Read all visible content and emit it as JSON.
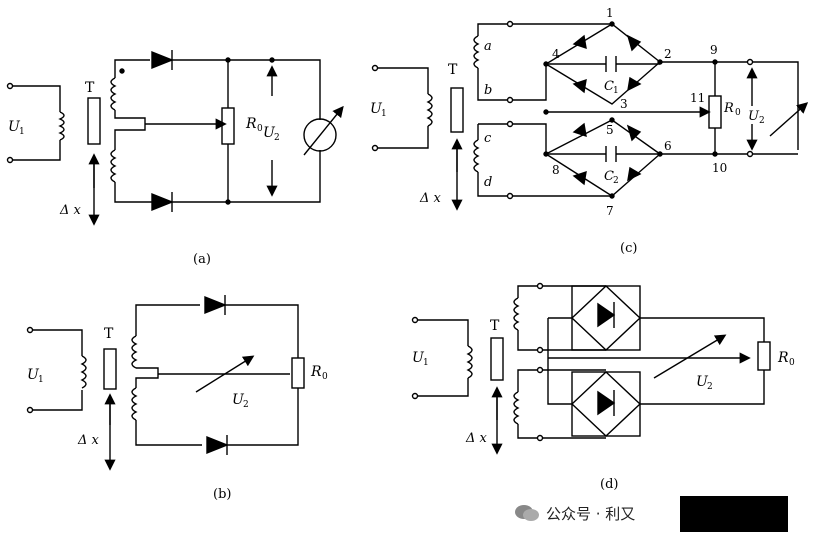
{
  "labels": {
    "T": "T",
    "U1": "U",
    "U1_sub": "1",
    "U2": "U",
    "U2_sub": "2",
    "R0": "R",
    "R0_sub": "0",
    "dx": "Δ x",
    "C1": "C",
    "C1_sub": "1",
    "C2": "C",
    "C2_sub": "2"
  },
  "captions": {
    "a": "(a)",
    "b": "(b)",
    "c": "(c)",
    "d": "(d)"
  },
  "nodes_c": [
    "1",
    "2",
    "3",
    "4",
    "5",
    "6",
    "7",
    "8",
    "9",
    "10",
    "11"
  ],
  "coils_c": [
    "a",
    "b",
    "c",
    "d"
  ],
  "watermark": {
    "text": "公众号 · 利又"
  },
  "colors": {
    "ink": "#000000",
    "watermark_icon": "#888888"
  }
}
